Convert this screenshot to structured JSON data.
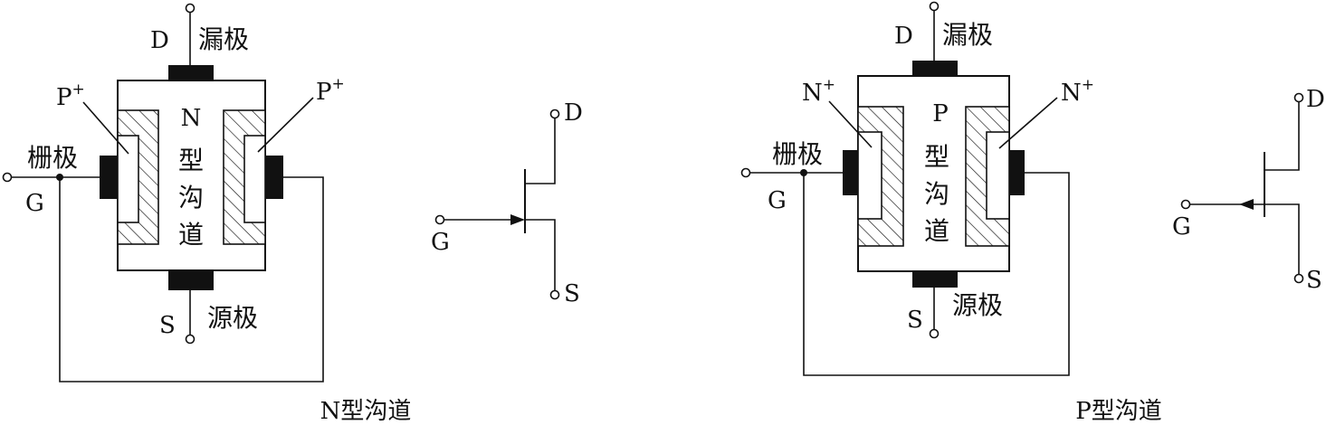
{
  "n_channel": {
    "drain_letter": "D",
    "drain_label": "漏极",
    "source_letter": "S",
    "source_label": "源极",
    "gate_letter": "G",
    "gate_label": "栅极",
    "region_letter": "P",
    "region_sup": "+",
    "region_letter_right": "P",
    "region_sup_right": "+",
    "channel_char_1": "N",
    "channel_char_2": "型",
    "channel_char_3": "沟",
    "channel_char_4": "道",
    "symbol_d": "D",
    "symbol_g": "G",
    "symbol_s": "S",
    "caption": "N型沟道"
  },
  "p_channel": {
    "drain_letter": "D",
    "drain_label": "漏极",
    "source_letter": "S",
    "source_label": "源极",
    "gate_letter": "G",
    "gate_label": "栅极",
    "region_letter": "N",
    "region_sup": "+",
    "region_letter_right": "N",
    "region_sup_right": "+",
    "channel_char_1": "P",
    "channel_char_2": "型",
    "channel_char_3": "沟",
    "channel_char_4": "道",
    "symbol_d": "D",
    "symbol_g": "G",
    "symbol_s": "S",
    "caption": "P型沟道"
  }
}
